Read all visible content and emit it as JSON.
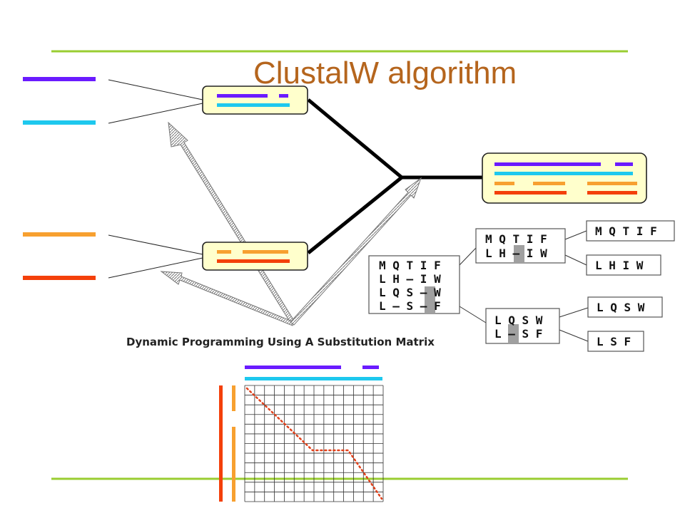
{
  "title": "ClustalW algorithm",
  "caption": "Dynamic Programming Using A Substitution Matrix",
  "colors": {
    "title": "#b5651d",
    "rule": "#9acd32",
    "purple": "#6a1bff",
    "cyan": "#1ec8ee",
    "orange": "#f7a030",
    "red": "#f4400a",
    "node_fill": "#ffffcc",
    "gap_cell": "#a0a0a0"
  },
  "alignment": {
    "combined": [
      "M Q T I F",
      "L H – I W",
      "L Q S – W",
      "L – S – F"
    ],
    "group_a": [
      "M Q T I F",
      "L H – I W"
    ],
    "group_b": [
      "L Q S W",
      "L – S F"
    ],
    "leaves": [
      "M Q T I F",
      "L H I W",
      "L Q S W",
      "L S F"
    ]
  }
}
